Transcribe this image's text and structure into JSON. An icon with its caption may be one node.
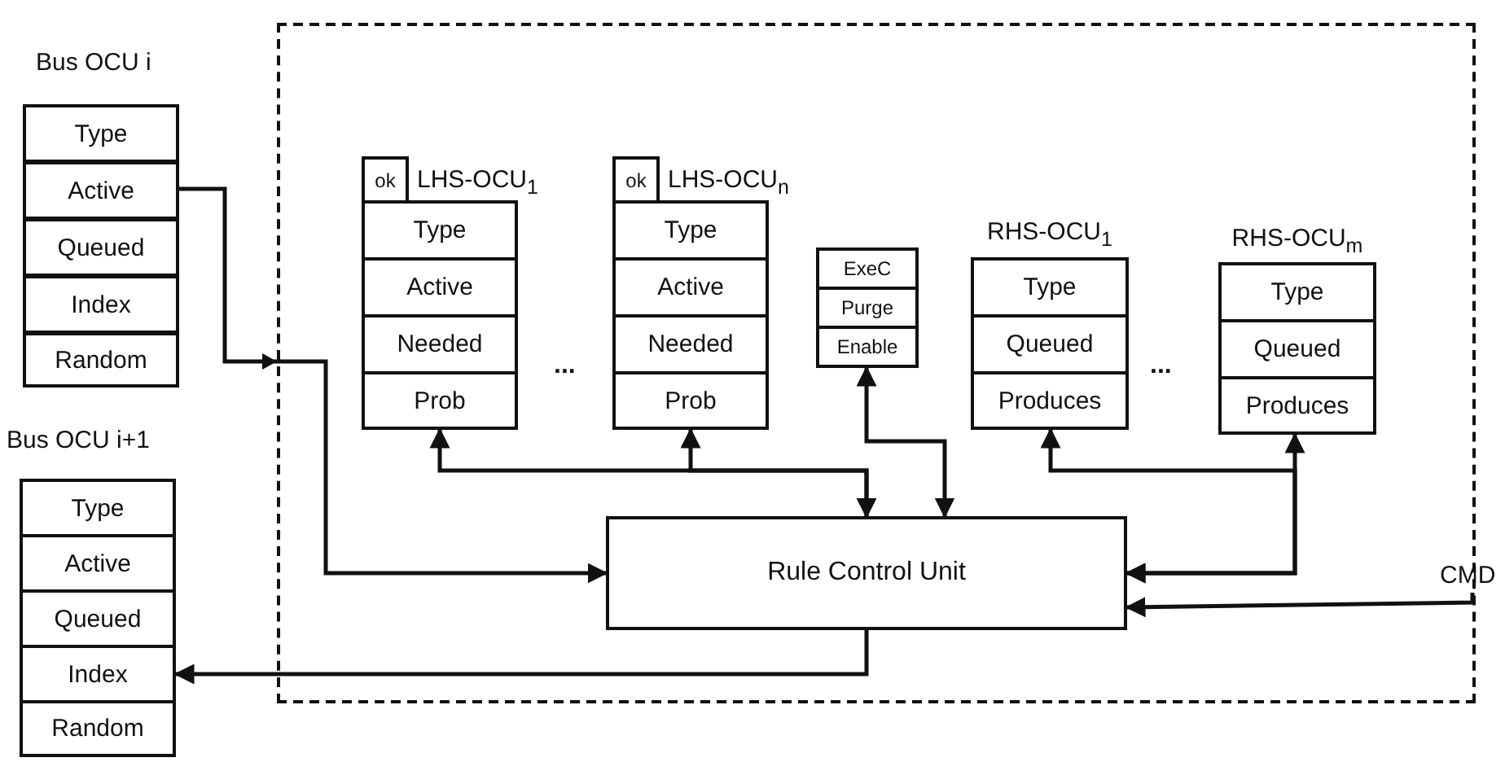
{
  "diagram": {
    "nodes": [
      {
        "text": [
          "Bus OCU i"
        ]
      },
      {
        "text": [
          "Type"
        ],
        "in": 0
      },
      {
        "text": [
          "Active"
        ],
        "in": 0
      },
      {
        "text": [
          "Queued"
        ],
        "in": 0
      },
      {
        "text": [
          "Index"
        ],
        "in": 0
      },
      {
        "text": [
          "Random"
        ],
        "in": 0
      },
      {
        "text": [
          "Bus OCU i+1"
        ]
      },
      {
        "text": [
          "Type"
        ],
        "in": 6
      },
      {
        "text": [
          "Active"
        ],
        "in": 6
      },
      {
        "text": [
          "Queued"
        ],
        "in": 6
      },
      {
        "text": [
          "Index"
        ],
        "in": 6
      },
      {
        "text": [
          "Random"
        ],
        "in": 6
      },
      {
        "text": [],
        "shape": "box"
      },
      {
        "text": [
          "LHS-OCU$_{1}$"
        ],
        "in": 12
      },
      {
        "text": [
          "ok"
        ],
        "in": 13
      },
      {
        "text": [
          "Type"
        ],
        "in": 13
      },
      {
        "text": [
          "Active"
        ],
        "in": 13
      },
      {
        "text": [
          "Needed"
        ],
        "in": 13
      },
      {
        "text": [
          "Prob"
        ],
        "in": 13
      },
      {
        "text": [
          "LHS-OCU$_{n}$"
        ],
        "in": 12
      },
      {
        "text": [
          "ok"
        ],
        "in": 19
      },
      {
        "text": [
          "Type"
        ],
        "in": 19
      },
      {
        "text": [
          "Active"
        ],
        "in": 19
      },
      {
        "text": [
          "Needed"
        ],
        "in": 19
      },
      {
        "text": [
          "Prob"
        ],
        "in": 19
      },
      {
        "text": [],
        "shape": "box",
        "in": 12
      },
      {
        "text": [
          "ExeC"
        ],
        "in": 25
      },
      {
        "text": [
          "Purge"
        ],
        "in": 25
      },
      {
        "text": [
          "Enable"
        ],
        "in": 25
      },
      {
        "text": [
          "RHS-OCU$_{1}$"
        ],
        "in": 12
      },
      {
        "text": [
          "Type"
        ],
        "in": 29
      },
      {
        "text": [
          "Queued"
        ],
        "in": 29
      },
      {
        "text": [
          "Produces"
        ],
        "in": 29
      },
      {
        "text": [
          "RHS-OCU$_{m}$"
        ],
        "in": 12
      },
      {
        "text": [
          "Type"
        ],
        "in": 33
      },
      {
        "text": [
          "Queued"
        ],
        "in": 33
      },
      {
        "text": [
          "Produces"
        ],
        "in": 33
      },
      {
        "text": [
          "Rule Control Unit"
        ],
        "in": 12
      },
      {
        "text": [
          "CMD"
        ]
      }
    ],
    "edges": [
      {
        "from": 2,
        "to": 37,
        "arrow": "to"
      },
      {
        "from": 18,
        "to": 37,
        "arrow": "both"
      },
      {
        "from": 24,
        "to": 37,
        "arrow": "both"
      },
      {
        "from": 28,
        "to": 37,
        "arrow": "both"
      },
      {
        "from": 32,
        "to": 37,
        "arrow": "both"
      },
      {
        "from": 36,
        "to": 37,
        "arrow": "both"
      },
      {
        "from": 38,
        "to": 37,
        "arrow": "to"
      },
      {
        "from": 37,
        "to": 10,
        "arrow": "to"
      }
    ],
    "labels": [
      "...",
      "..."
    ]
  }
}
